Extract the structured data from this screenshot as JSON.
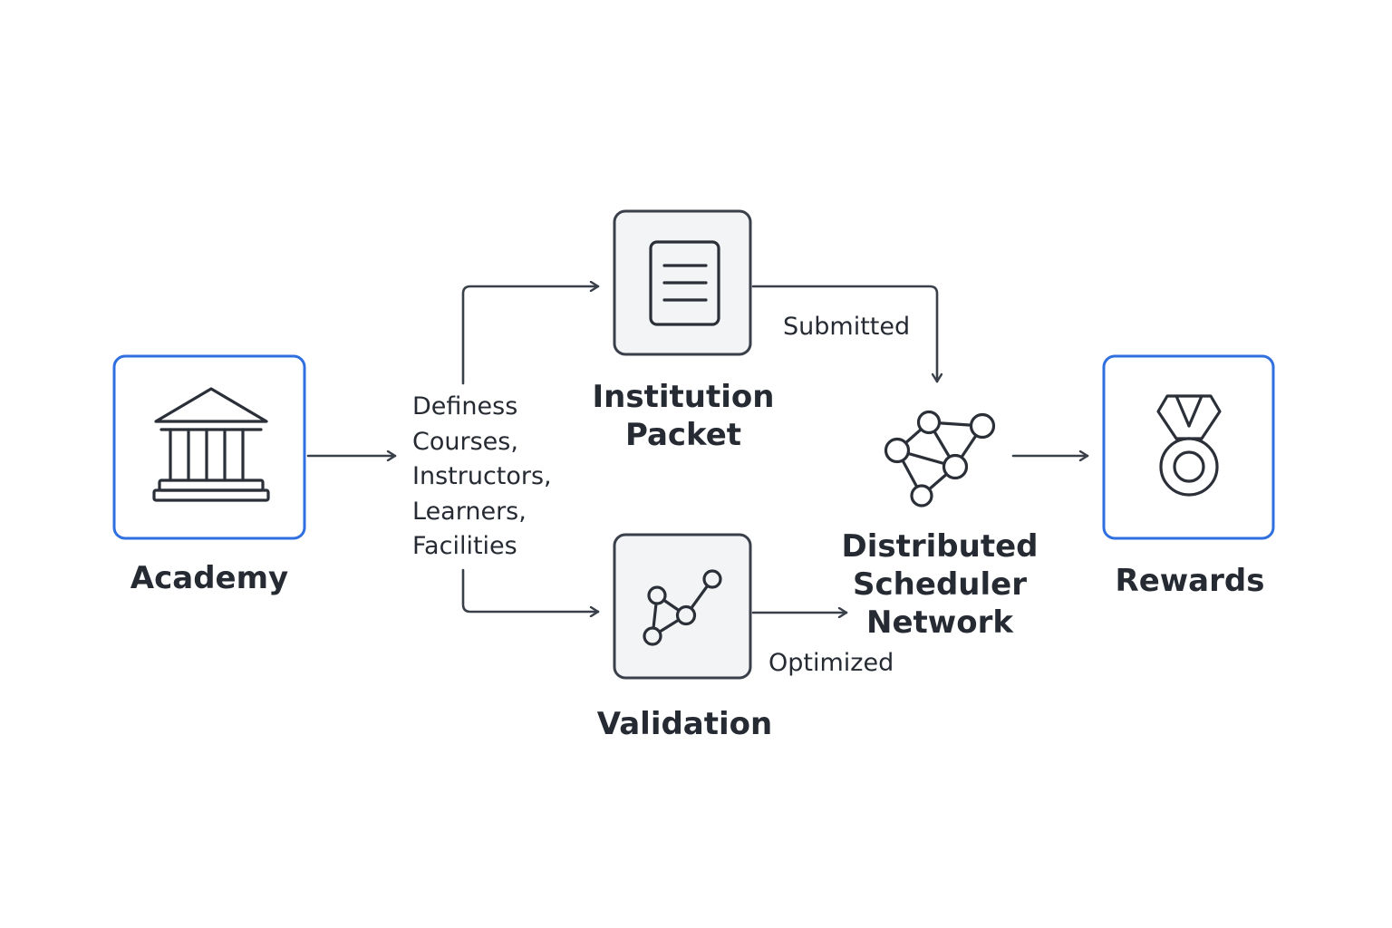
{
  "nodes": {
    "academy": {
      "label": "Academy",
      "icon": "bank-building-icon"
    },
    "institution_packet": {
      "label_line1": "Institution",
      "label_line2": "Packet",
      "icon": "document-icon"
    },
    "validation": {
      "label": "Validation",
      "icon": "graph-chart-icon"
    },
    "scheduler": {
      "label_line1": "Distributed",
      "label_line2": "Scheduler",
      "label_line3": "Network",
      "icon": "network-icon"
    },
    "rewards": {
      "label": "Rewards",
      "icon": "medal-icon"
    }
  },
  "defines_text": {
    "line1": "Definess",
    "line2": "Courses,",
    "line3": "Instructors,",
    "line4": "Learners,",
    "line5": "Facilities"
  },
  "edge_labels": {
    "submitted": "Submitted",
    "optimized": "Optimized"
  },
  "colors": {
    "accent_blue": "#2f6fe0",
    "stroke": "#3a404a",
    "box_fill": "#f3f4f6",
    "text": "#262b33"
  }
}
